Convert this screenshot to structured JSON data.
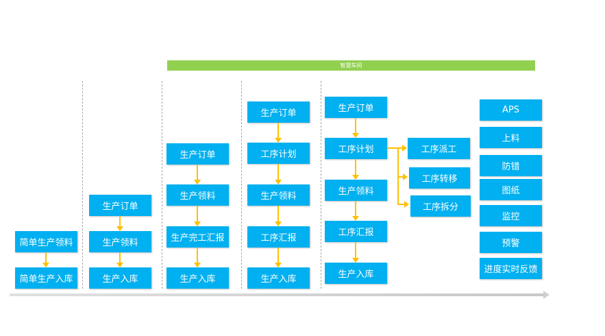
{
  "banner": "智慧车间",
  "col1": {
    "b1": "简单生产领料",
    "b2": "简单生产入库"
  },
  "col2": {
    "b1": "生产订单",
    "b2": "生产领料",
    "b3": "生产入库"
  },
  "col3": {
    "b1": "生产订单",
    "b2": "生产领料",
    "b3": "生产完工汇报",
    "b4": "生产入库"
  },
  "col4": {
    "b1": "生产订单",
    "b2": "工序计划",
    "b3": "生产领料",
    "b4": "工序汇报",
    "b5": "生产入库"
  },
  "col5": {
    "b1": "生产订单",
    "b2": "工序计划",
    "b3": "生产领料",
    "b4": "工序汇报",
    "b5": "生产入库",
    "branches": [
      "工序派工",
      "工序转移",
      "工序拆分"
    ]
  },
  "features": [
    "APS",
    "上料",
    "防错",
    "图纸",
    "监控",
    "预警",
    "进度实时反馈"
  ]
}
